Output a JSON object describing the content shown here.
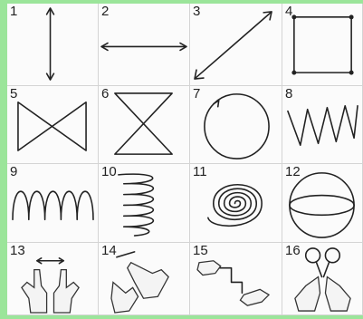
{
  "cells": [
    {
      "label": "1"
    },
    {
      "label": "2"
    },
    {
      "label": "3"
    },
    {
      "label": "4"
    },
    {
      "label": "5"
    },
    {
      "label": "6"
    },
    {
      "label": "7"
    },
    {
      "label": "8"
    },
    {
      "label": "9"
    },
    {
      "label": "10"
    },
    {
      "label": "11"
    },
    {
      "label": "12"
    },
    {
      "label": "13"
    },
    {
      "label": "14"
    },
    {
      "label": "15"
    },
    {
      "label": "16"
    }
  ],
  "colors": {
    "background": "#9be59a",
    "ink": "#222222",
    "panel": "#fafafa"
  }
}
